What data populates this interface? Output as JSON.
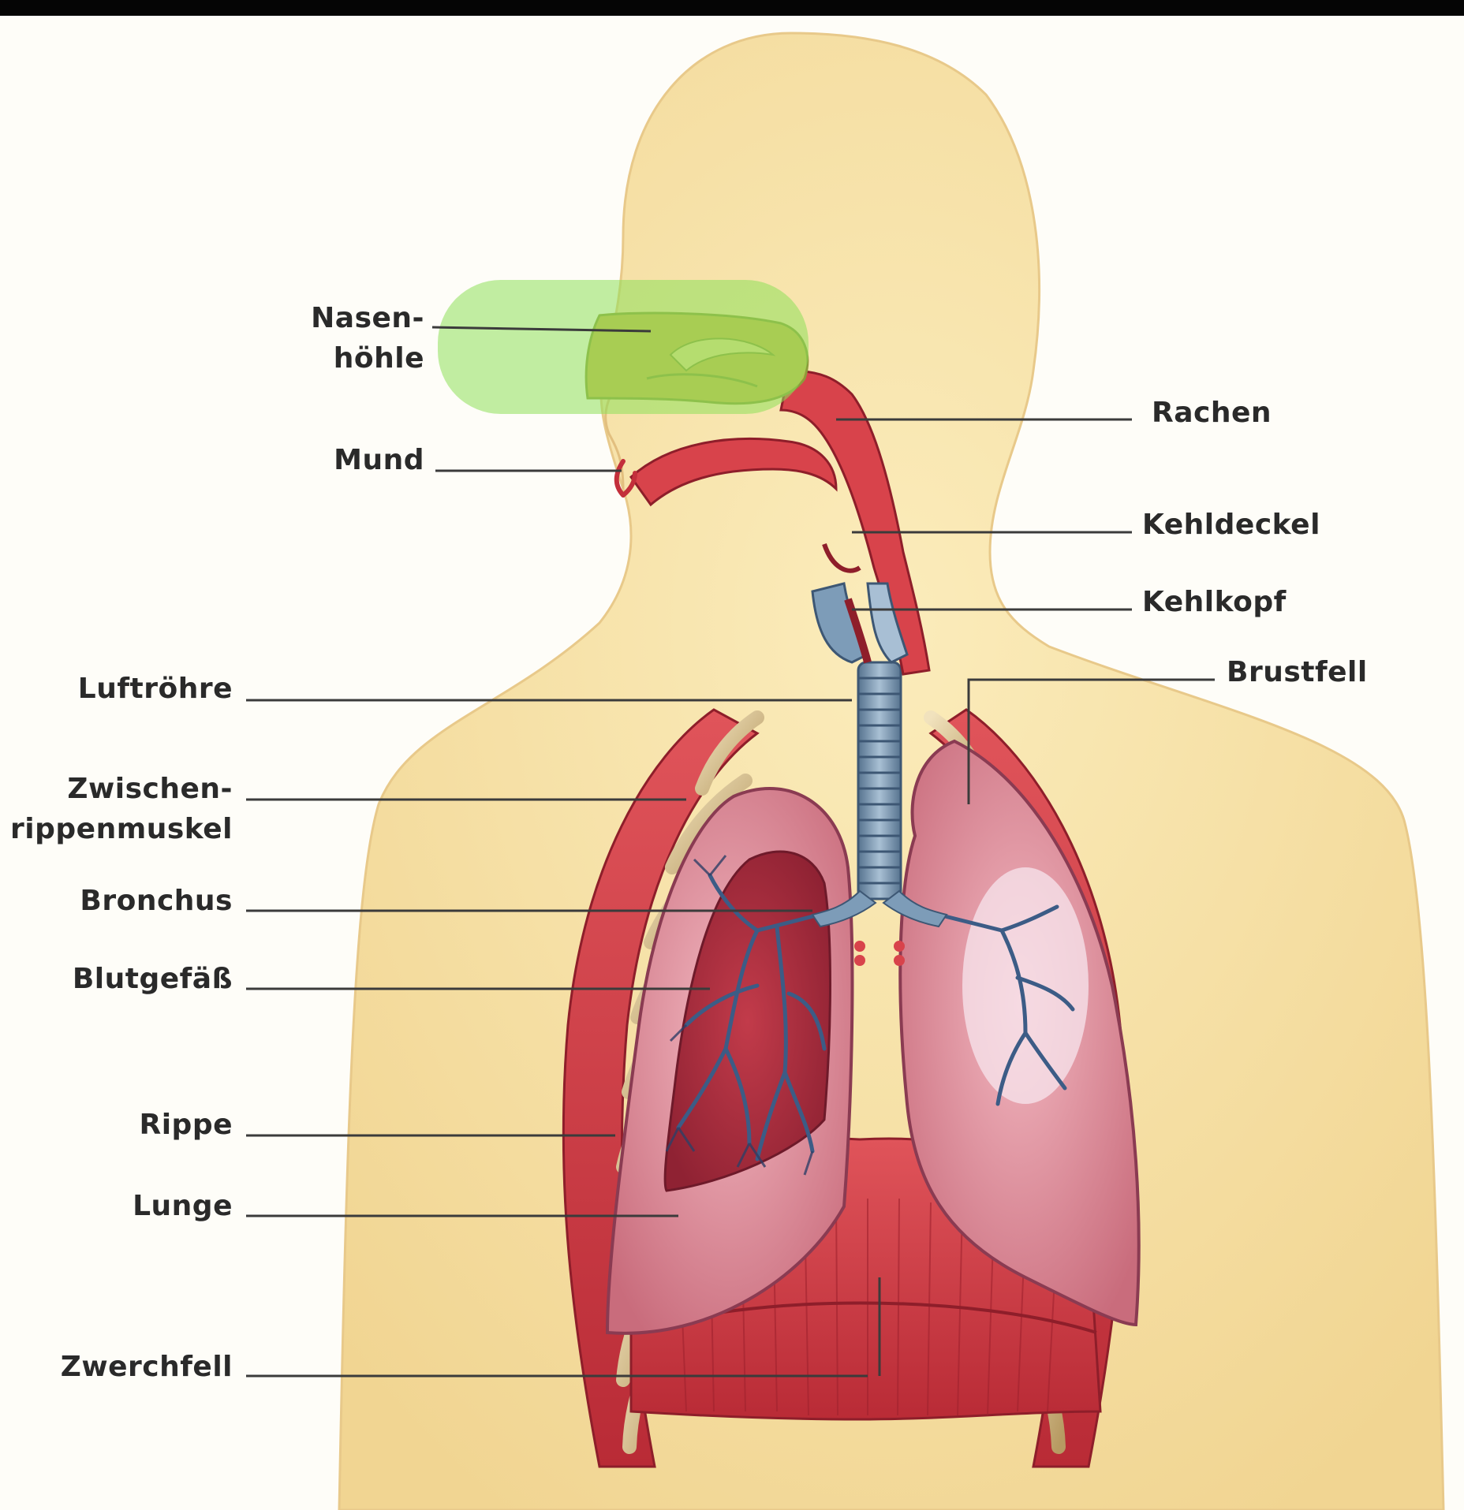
{
  "labels": {
    "nasenhoehle_1": "Nasen-",
    "nasenhoehle_2": "höhle",
    "mund": "Mund",
    "rachen": "Rachen",
    "kehldeckel": "Kehldeckel",
    "kehlkopf": "Kehlkopf",
    "brustfell": "Brustfell",
    "luftroehre": "Luftröhre",
    "zwischenrippenmuskel_1": "Zwischen-",
    "zwischenrippenmuskel_2": "rippenmuskel",
    "bronchus": "Bronchus",
    "blutgefaess": "Blutgefäß",
    "rippe": "Rippe",
    "lunge": "Lunge",
    "zwerchfell": "Zwerchfell"
  },
  "highlight": {
    "target": "Nasenhöhle",
    "color": "#8ee05a"
  },
  "colors": {
    "skin": "#f6e2a6",
    "muscle": "#d8434b",
    "lung": "#e08e9a",
    "trachea": "#7d9cb8",
    "background": "#fefdf8"
  }
}
